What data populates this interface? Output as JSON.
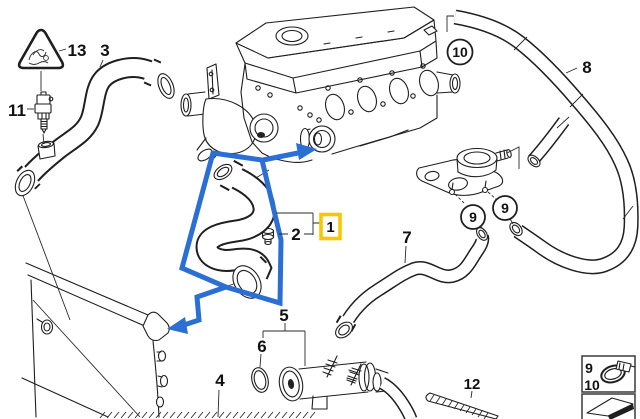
{
  "diagram": {
    "background": "#ffffff",
    "line_color": "#1f1f1f",
    "selection": {
      "selected_callout": "1",
      "highlight_box_color": "#F6C800",
      "marker_color": "#2B6FD4"
    },
    "callouts": {
      "c1": "1",
      "c2": "2",
      "c3": "3",
      "c4": "4",
      "c5": "5",
      "c6": "6",
      "c7": "7",
      "c8": "8",
      "c9a": "9",
      "c9b": "9",
      "c10": "10",
      "c11": "11",
      "c12": "12",
      "c13": "13"
    },
    "legend": {
      "row1_label": "9",
      "row2_label": "10"
    },
    "icons": {
      "warning": "scalding-hazard-warning-triangle",
      "legend_top": "hose-clamp-icon",
      "legend_bottom": "direction-arrow-icon"
    }
  }
}
